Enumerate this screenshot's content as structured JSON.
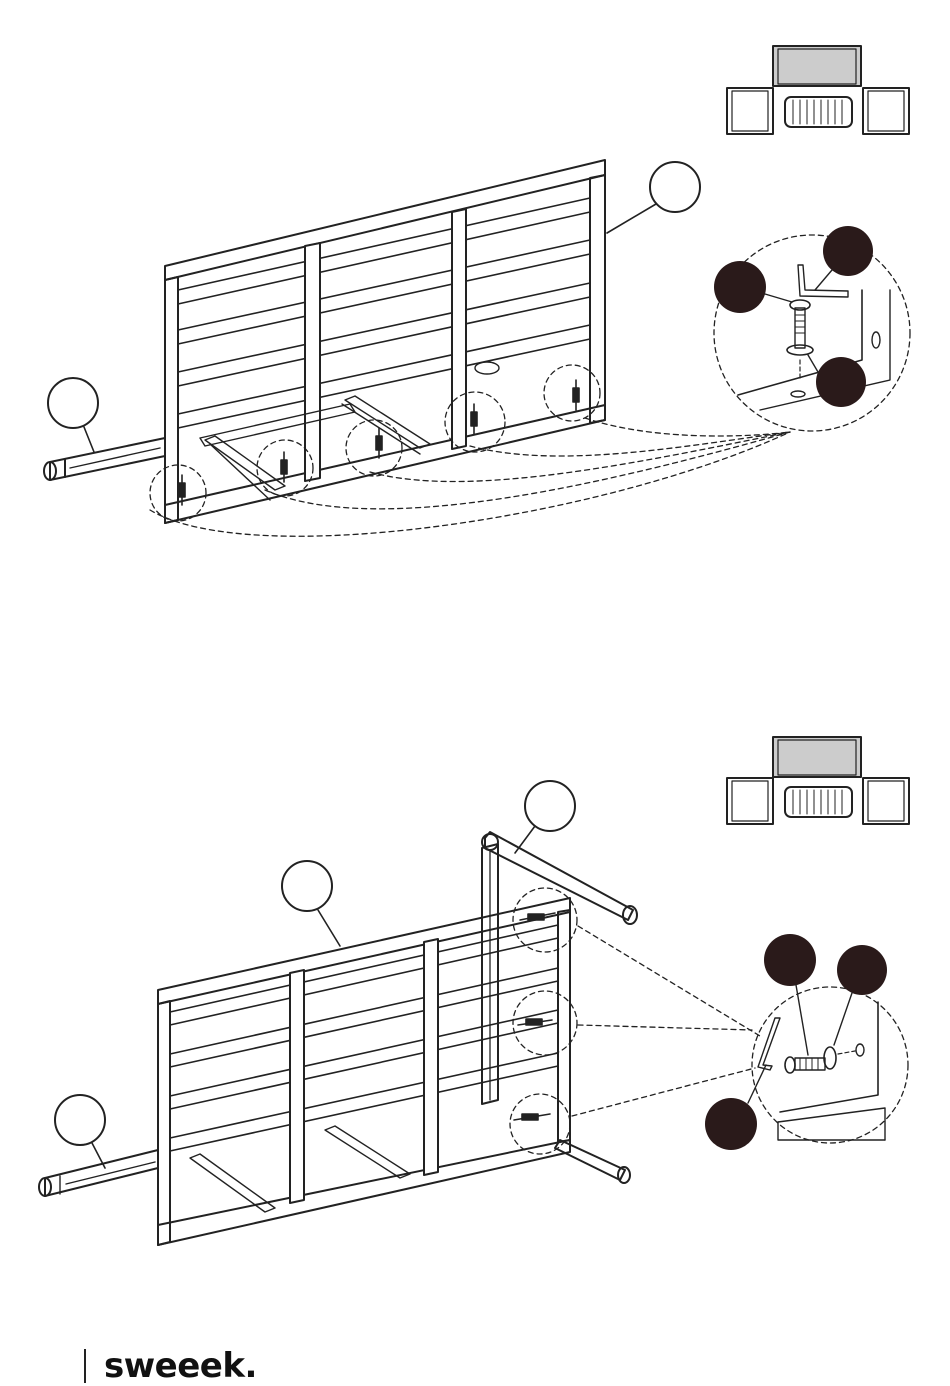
{
  "colors": {
    "line": "#222222",
    "fill_callout": "#2a1a1a",
    "highlight": "#cccccc",
    "paper": "#ffffff"
  },
  "steps": [
    {
      "id": "step-1",
      "locator": {
        "highlighted_piece": "top",
        "pieces": [
          "sofa-back",
          "left-armchair",
          "table",
          "right-armchair"
        ]
      },
      "parts": [
        "back-panel",
        "rail"
      ],
      "hardware": [
        "allen-key",
        "bolt",
        "washer"
      ],
      "fixing_points": 5
    },
    {
      "id": "step-2",
      "locator": {
        "highlighted_piece": "top",
        "pieces": [
          "sofa-back",
          "left-armchair",
          "table",
          "right-armchair"
        ]
      },
      "parts": [
        "back-panel",
        "rail",
        "armrest-leg"
      ],
      "hardware": [
        "allen-key",
        "bolt",
        "washer"
      ],
      "fixing_points": 3
    }
  ],
  "footer": {
    "brand": "sweeek."
  }
}
